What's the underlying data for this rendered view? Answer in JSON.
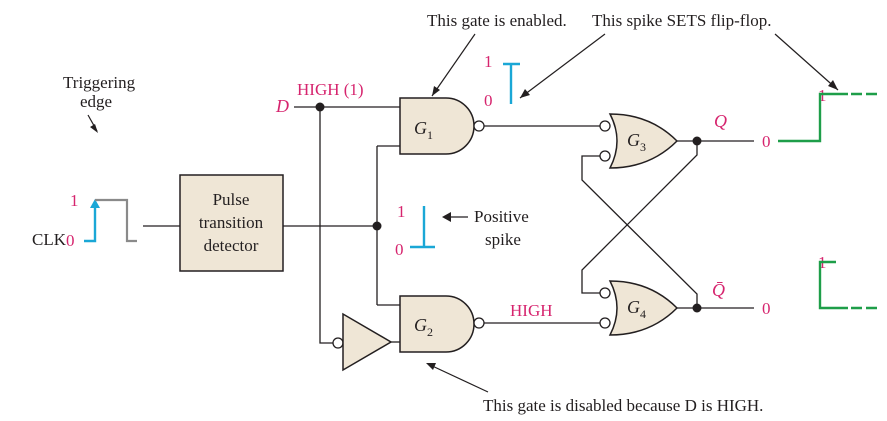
{
  "labels": {
    "enabled_note": "This gate is enabled.",
    "spike_sets_note": "This spike SETS flip-flop.",
    "disabled_note": "This gate is disabled because D is HIGH.",
    "triggering_edge_line1": "Triggering",
    "triggering_edge_line2": "edge",
    "clk": "CLK",
    "detector_line1": "Pulse",
    "detector_line2": "transition",
    "detector_line3": "detector",
    "positive_spike_line1": "Positive",
    "positive_spike_line2": "spike",
    "d_input": "D",
    "high_one": "HIGH (1)",
    "high": "HIGH",
    "g1": "G",
    "g1_sub": "1",
    "g2": "G",
    "g2_sub": "2",
    "g3": "G",
    "g3_sub": "3",
    "g4": "G",
    "g4_sub": "4",
    "q": "Q",
    "q_bar": "Q̄",
    "clk_one": "1",
    "clk_zero": "0",
    "spike_top_one": "1",
    "spike_top_zero": "0",
    "spike_mid_one": "1",
    "spike_mid_zero": "0",
    "q_out_one": "1",
    "q_out_zero": "0",
    "qbar_out_one": "1",
    "qbar_out_zero": "0"
  },
  "colors": {
    "level_text": "#d6246e",
    "spike": "#1aa7d6",
    "output_wave": "#1e9e49",
    "gate_fill": "#efe6d6"
  }
}
